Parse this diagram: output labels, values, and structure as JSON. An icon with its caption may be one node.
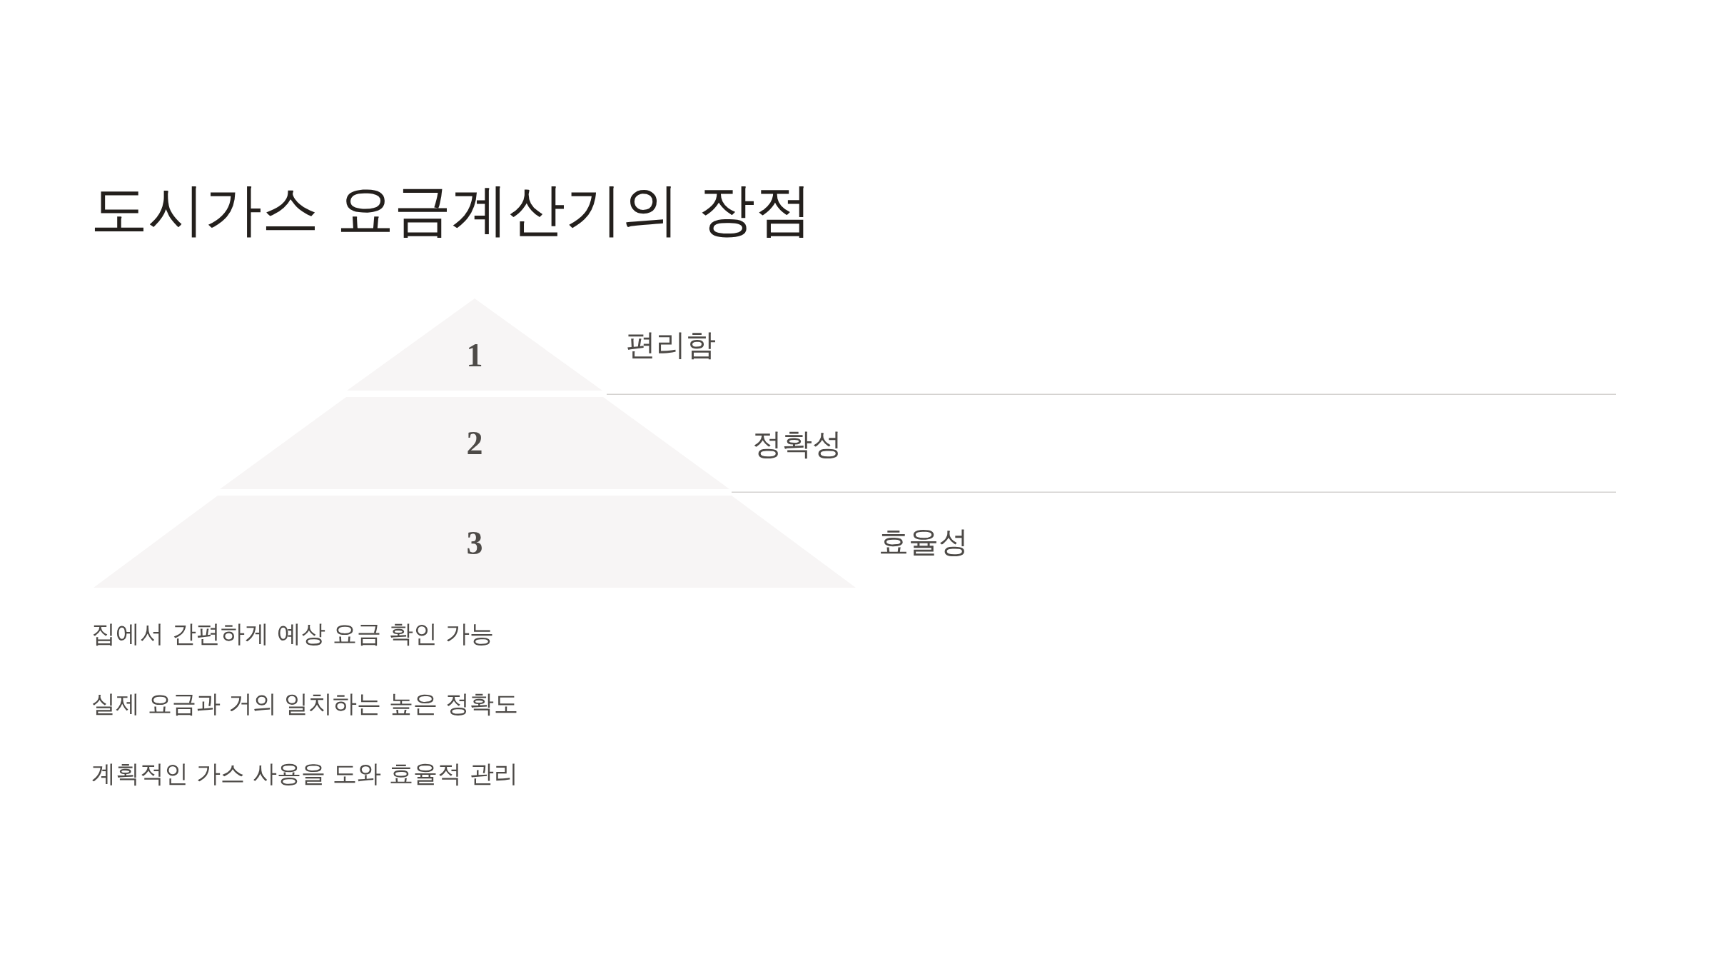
{
  "diagram": {
    "title": "도시가스 요금계산기의 장점",
    "nodes": [
      {
        "text": [
          "1"
        ],
        "beside": [
          "편리함"
        ]
      },
      {
        "text": [
          "2"
        ],
        "beside": [
          "정확성"
        ]
      },
      {
        "text": [
          "3"
        ],
        "beside": [
          "효율성"
        ]
      }
    ],
    "labels": [
      "집에서 간편하게 예상 요금 확인 가능",
      "실제 요금과 거의 일치하는 높은 정확도",
      "계획적인 가스 사용을 도와 효율적 관리"
    ]
  }
}
